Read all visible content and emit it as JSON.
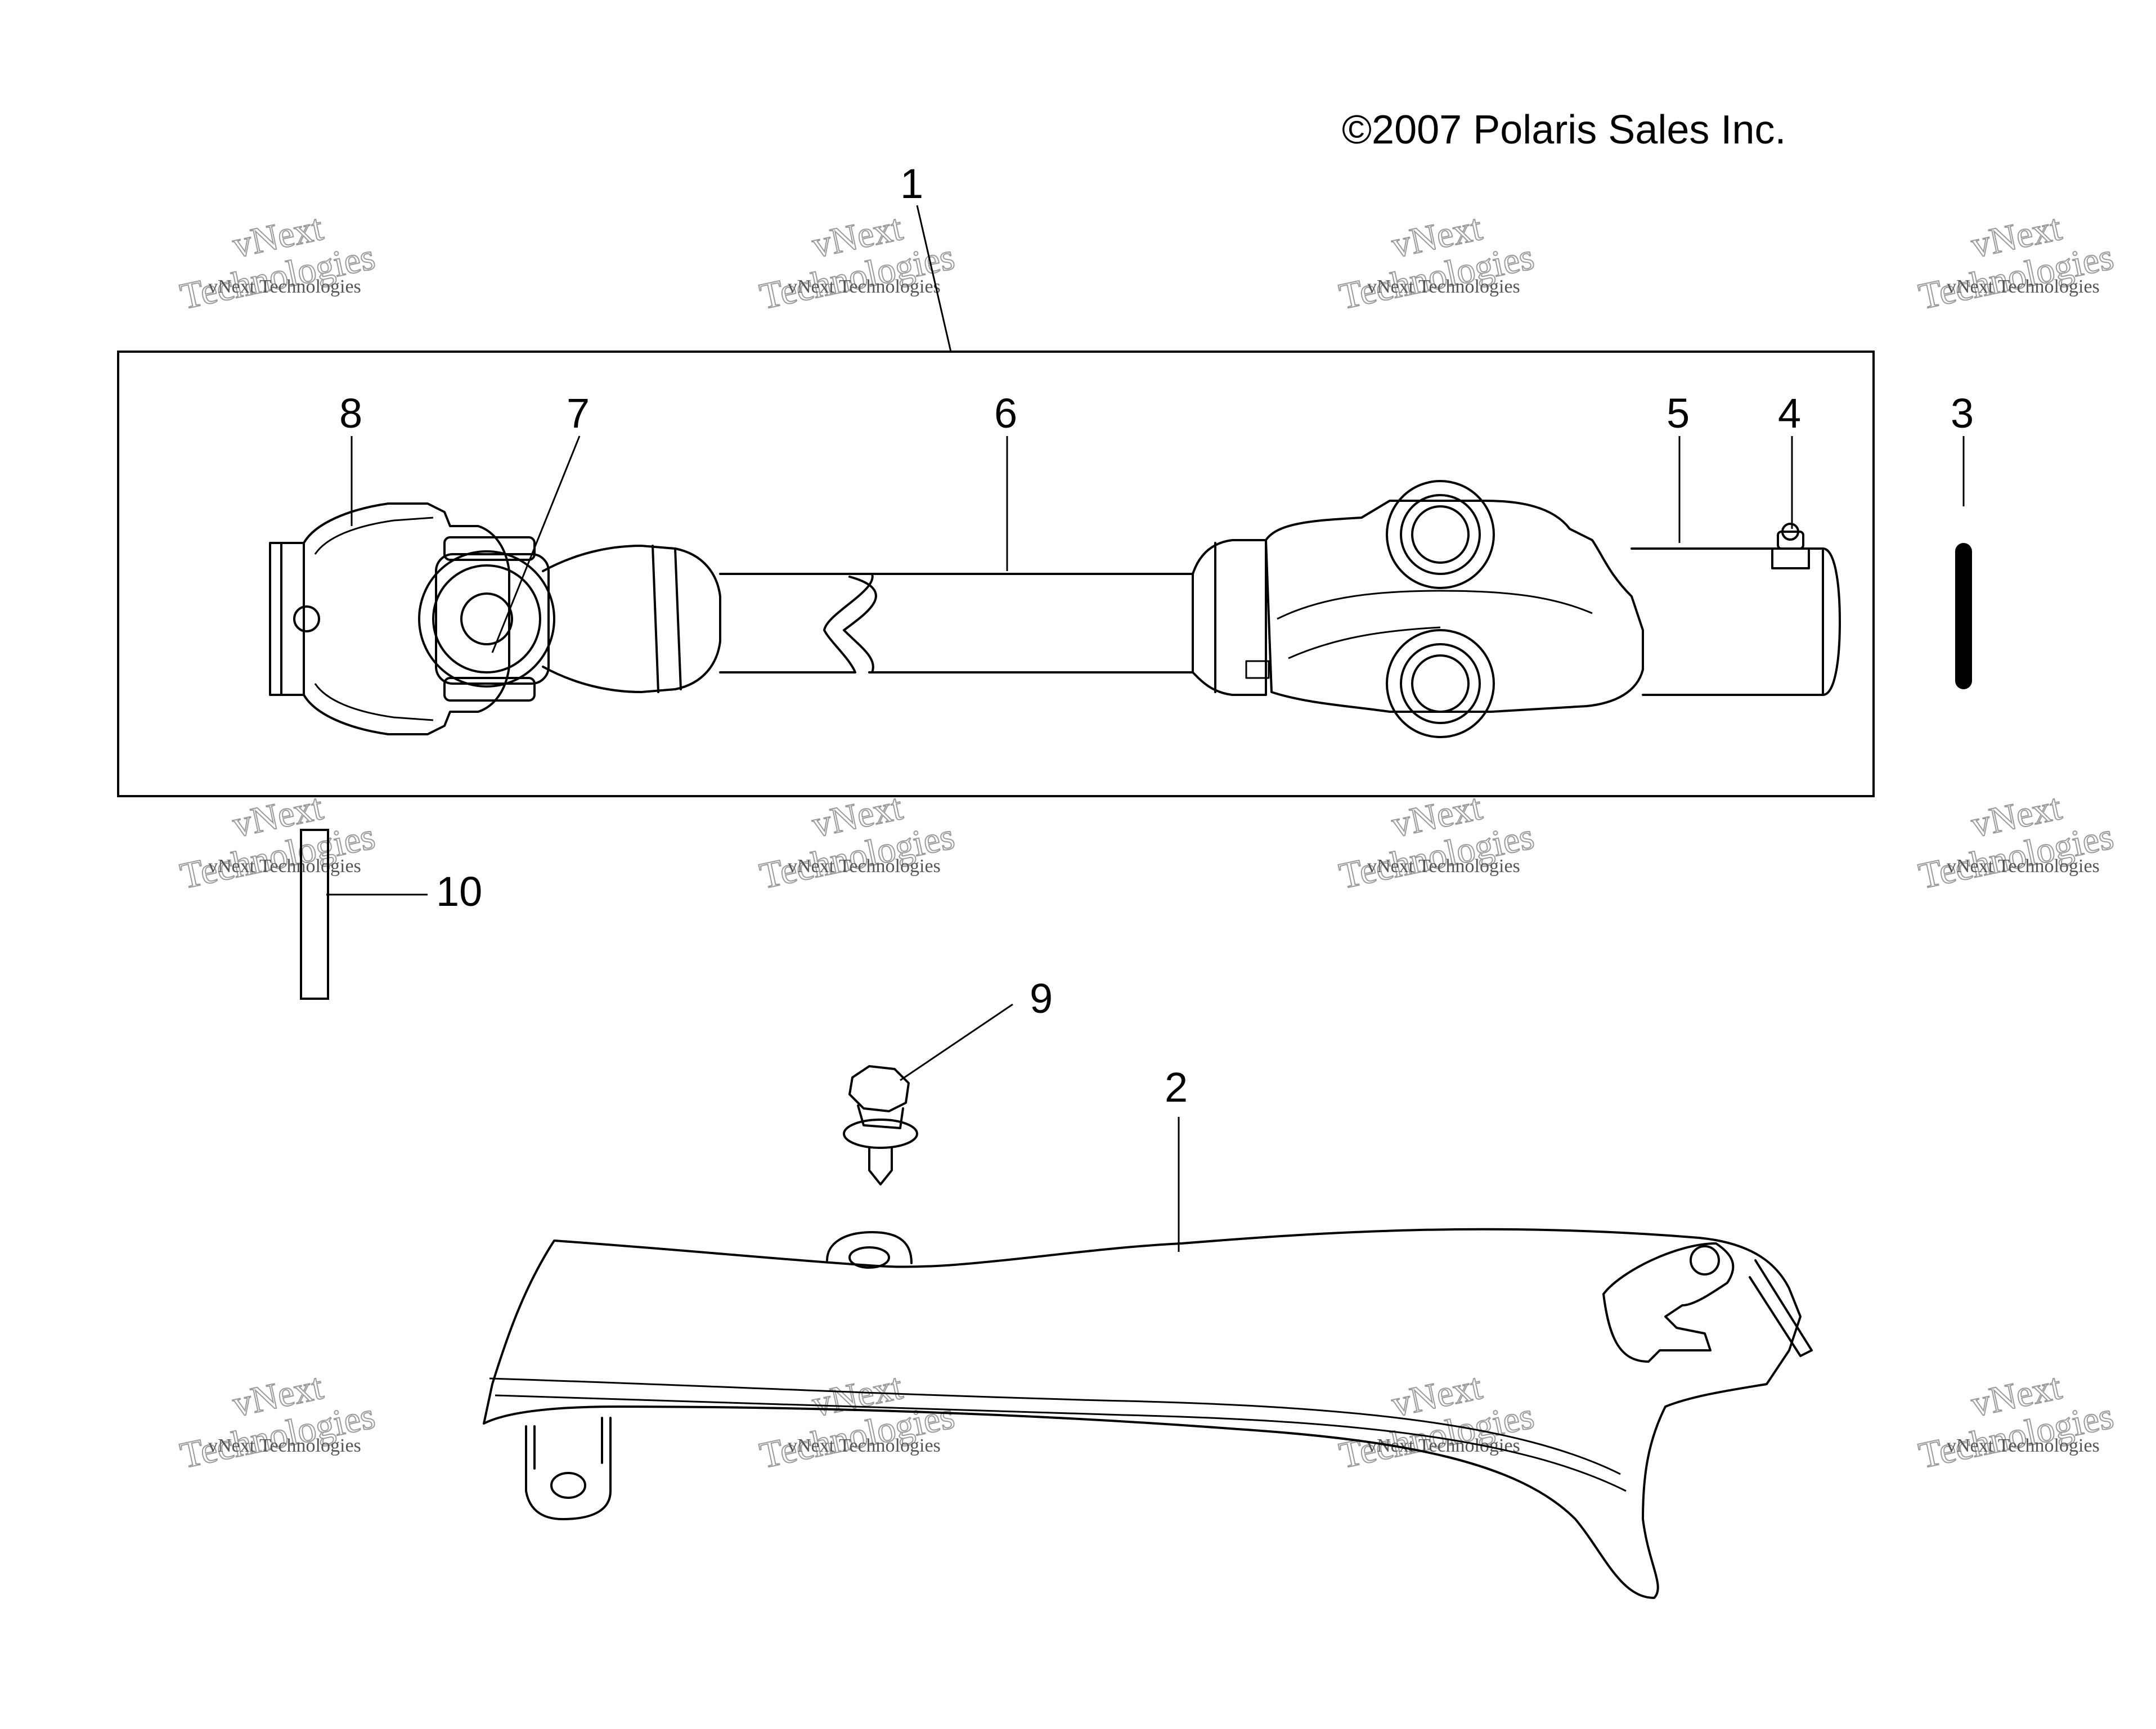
{
  "copyright": "©2007 Polaris Sales Inc.",
  "watermark": {
    "line1": "vNext",
    "line2": "Technologies",
    "small": "vNext Technologies"
  },
  "callouts": {
    "c1": "1",
    "c2": "2",
    "c3": "3",
    "c4": "4",
    "c5": "5",
    "c6": "6",
    "c7": "7",
    "c8": "8",
    "c9": "9",
    "c10": "10"
  }
}
